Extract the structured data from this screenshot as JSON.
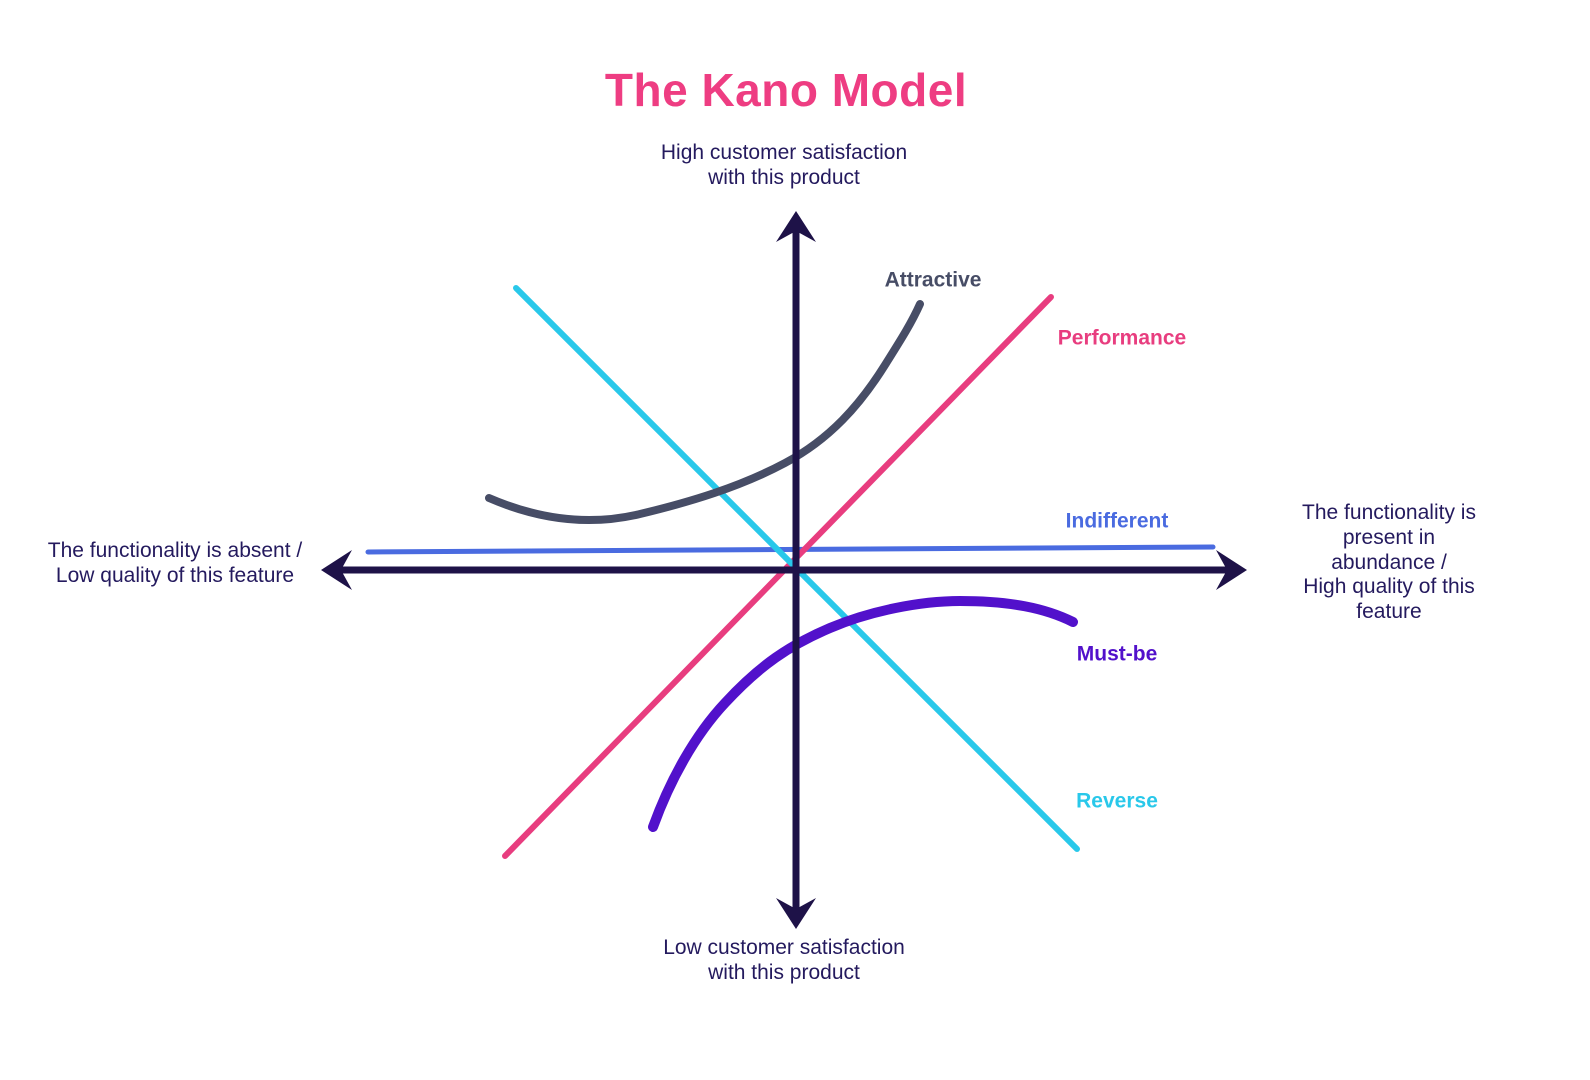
{
  "title": {
    "text": "The Kano Model",
    "color": "#ee3d82"
  },
  "axes": {
    "color": "#1e1248",
    "label_color": "#241a5e",
    "top_label": "High customer satisfaction\nwith this product",
    "bottom_label": "Low customer satisfaction\nwith this product",
    "left_label": "The functionality is absent /\nLow quality of this feature",
    "right_label": "The functionality is\npresent in abundance /\nHigh quality of this feature"
  },
  "curves": {
    "attractive": {
      "label": "Attractive",
      "color": "#474d66"
    },
    "performance": {
      "label": "Performance",
      "color": "#e83d7f"
    },
    "indifferent": {
      "label": "Indifferent",
      "color": "#4a6be0"
    },
    "must_be": {
      "label": "Must-be",
      "color": "#5211cb"
    },
    "reverse": {
      "label": "Reverse",
      "color": "#29c8ea"
    }
  }
}
